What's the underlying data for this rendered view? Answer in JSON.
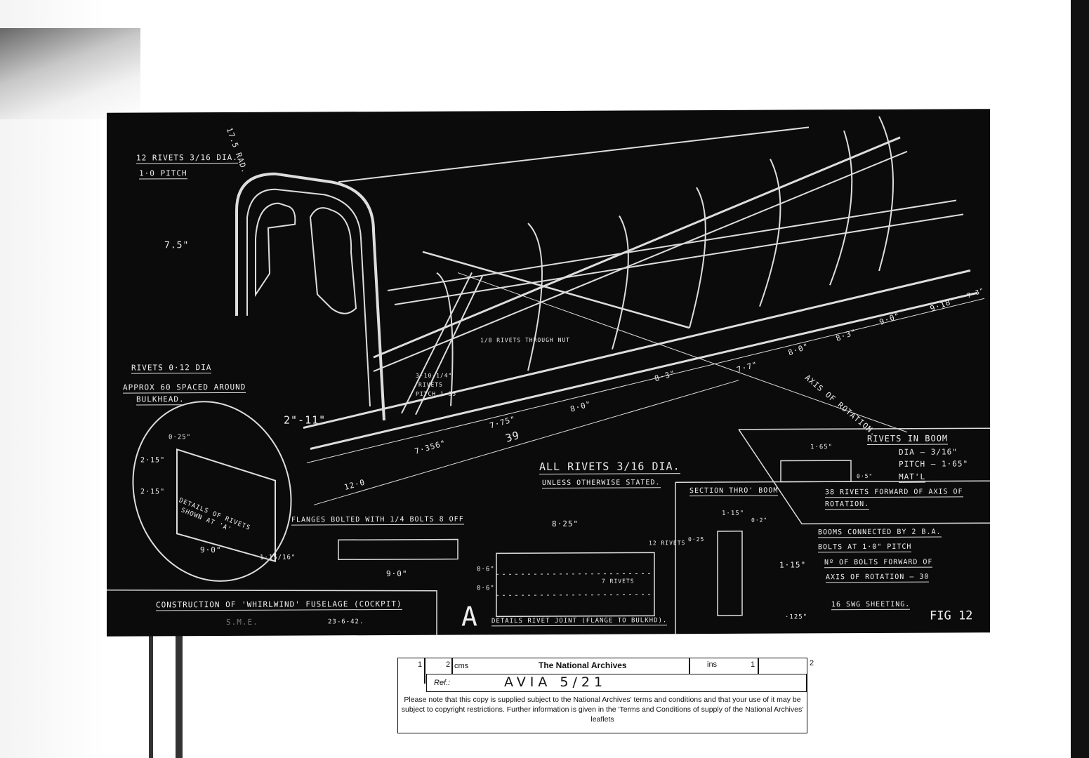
{
  "drawing": {
    "title": "CONSTRUCTION OF 'WHIRLWIND' FUSELAGE (COCKPIT)",
    "signature": "S.M.E.",
    "date": "23-6-42.",
    "figure": "FIG 12",
    "labels": {
      "top_rivets": "12 RIVETS 3/16 DIA.",
      "top_pitch": "1·0 PITCH",
      "radius": "17.5 RAD.",
      "height": "7.5\"",
      "rivets_012": "RIVETS 0·12 DIA",
      "approx60": "APPROX 60 SPACED AROUND",
      "bulkhead": "BULKHEAD.",
      "dim_2_11": "2\"-11\"",
      "inset_025": "0·25\"",
      "inset_215a": "2·15\"",
      "inset_215b": "2·15\"",
      "inset_details1": "DETAILS OF RIVETS",
      "inset_details2": "SHOWN AT 'A'",
      "inset_90": "9·0\"",
      "inset_115": "1·15/16\"",
      "dim_120": "12·0",
      "rivets_through_nut": "1/8 RIVETS THROUGH NUT",
      "rivets_pitch1": "3-10-1/4\"",
      "rivets_pitch2": "RIVETS",
      "rivets_pitch3": "PITCH 1·35",
      "axis": "AXIS OF ROTATION.",
      "all_rivets": "ALL RIVETS 3/16 DIA.",
      "unless": "UNLESS OTHERWISE STATED.",
      "flanges": "FLANGES BOLTED WITH 1/4 BOLTS 8 OFF",
      "flange_90": "9·0\"",
      "joint_825": "8·25\"",
      "joint_12rivets": "12 RIVETS",
      "joint_7rivets": "7 RIVETS",
      "joint_06a": "0·6\"",
      "joint_06b": "0·6\"",
      "joint_a": "A",
      "joint_details": "DETAILS RIVET JOINT (FLANGE TO BULKHD).",
      "section": "SECTION THRO' BOOM",
      "sec_115": "1·15\"",
      "sec_02": "0·2\"",
      "sec_025": "0·25",
      "sec_115v": "1·15\"",
      "sec_125": "·125\"",
      "boom_title": "RIVETS IN BOOM",
      "boom_dia": "DIA — 3/16\"",
      "boom_pitch": "PITCH — 1·65\"",
      "boom_matl": "MAT'L",
      "boom_165": "1·65\"",
      "boom_05": "0·5\"",
      "boom_38a": "38 RIVETS FORWARD OF AXIS OF",
      "boom_38b": "ROTATION.",
      "booms1": "BOOMS CONNECTED BY 2 B.A.",
      "booms2": "BOLTS AT 1·0\" PITCH",
      "booms3": "Nº OF BOLTS FORWARD OF",
      "booms4": "AXIS OF ROTATION — 30",
      "sheeting": "16 SWG SHEETING."
    },
    "dimensions": [
      "7·356\"",
      "7·75\"",
      "39",
      "8·0\"",
      "8·3\"",
      "7·7\"",
      "8·0\"",
      "8·3\"",
      "9·0\"",
      "9·18\"",
      "7·3\""
    ]
  },
  "stamp": {
    "scale_1": "1",
    "scale_2": "2",
    "cms": "cms",
    "archive": "The National Archives",
    "ins": "ins",
    "ins_1": "1",
    "ins_2": "2",
    "ref_label": "Ref.:",
    "ref_value": "AVIA 5/21",
    "note": "Please note that this copy is supplied subject to the National Archives' terms and conditions and that your use of it may be subject to copyright restrictions. Further information is given in the 'Terms and Conditions of supply of the National Archives' leaflets"
  }
}
